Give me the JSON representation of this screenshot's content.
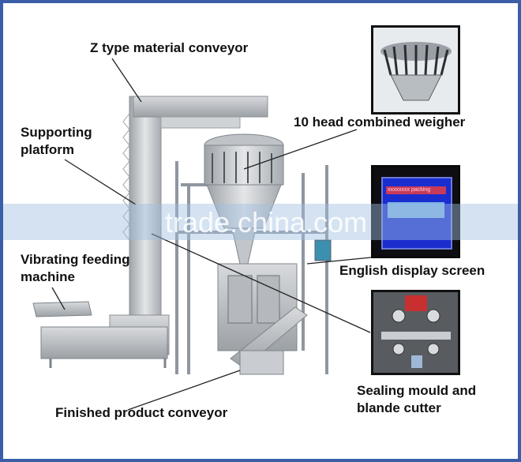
{
  "labels": {
    "conveyor": "Z type material conveyor",
    "platform": "Supporting\nplatform",
    "weigher": "10 head combined weigher",
    "vibrating": "Vibrating feeding\nmachine",
    "screen": "English display screen",
    "sealing": "Sealing mould and\nblande cutter",
    "finished": "Finished product conveyor"
  },
  "screen_text": "xxxxxxxx packing",
  "watermark": "trade.china.com",
  "colors": {
    "frame": "#3a5fa8",
    "steel": "#c9ccd0",
    "screen_blue": "#1428c8",
    "screen_bar": "#c83a5a"
  }
}
